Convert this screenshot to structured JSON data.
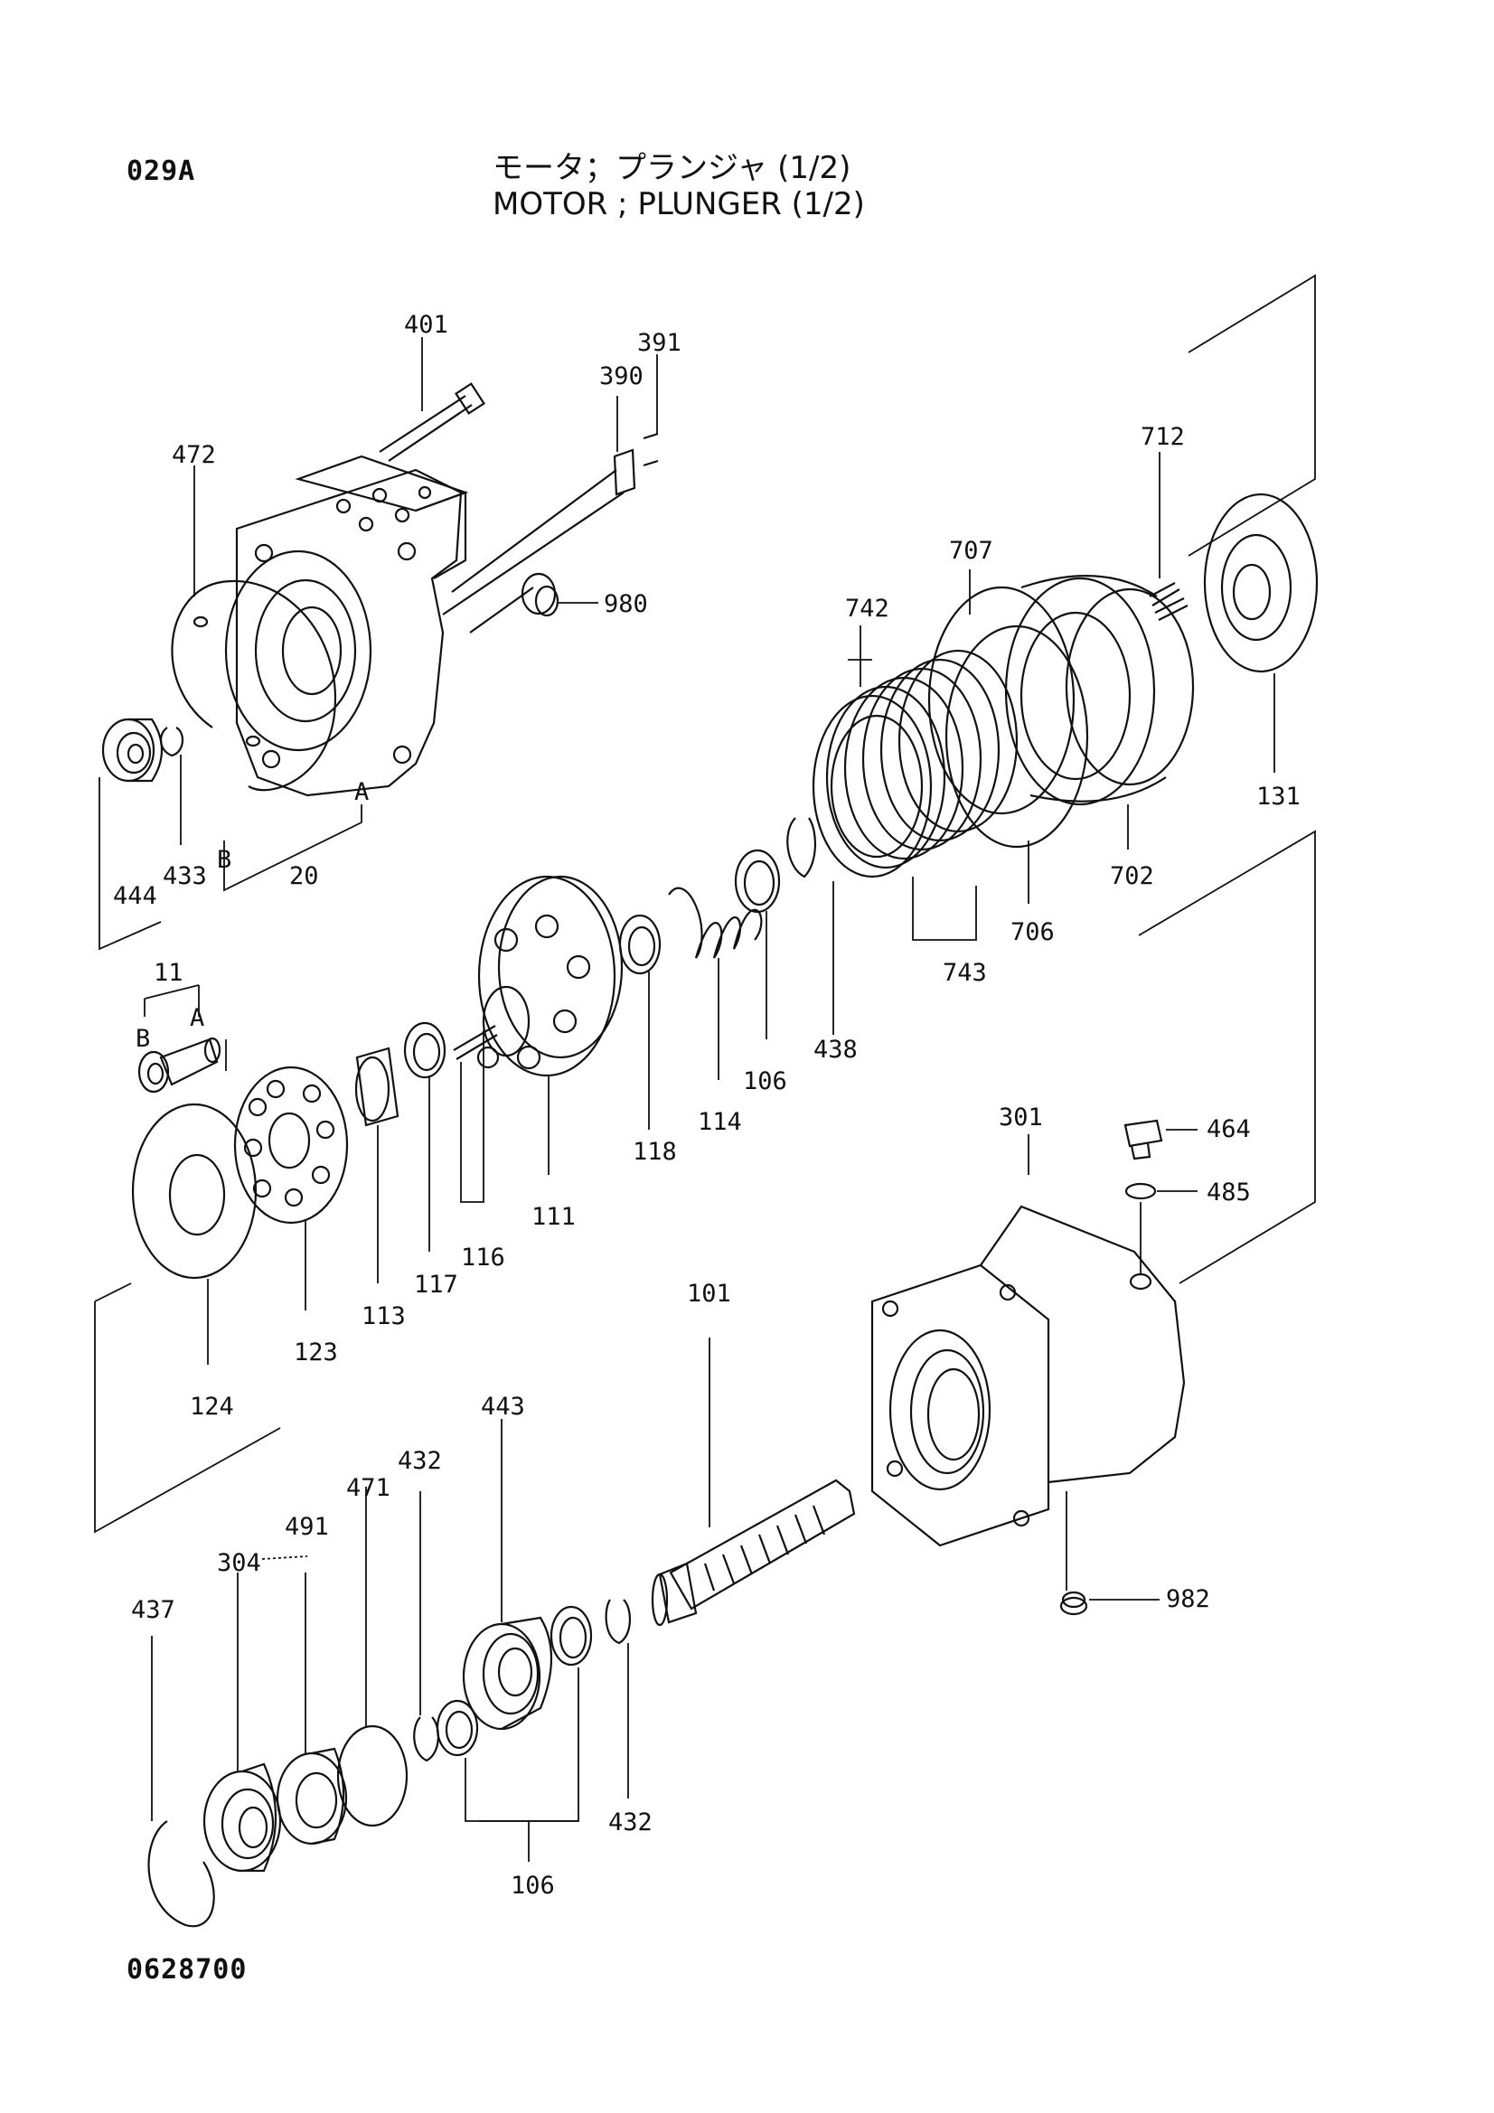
{
  "header": {
    "page_code": "029A",
    "title_jp": "モータ；プランジャ (1/2)",
    "title_en": "MOTOR ; PLUNGER (1/2)"
  },
  "footer": {
    "drawing_number": "0628700"
  },
  "labels": {
    "p401": "401",
    "p391": "391",
    "p390": "390",
    "p472": "472",
    "p980": "980",
    "p712": "712",
    "p707": "707",
    "p742": "742",
    "p131": "131",
    "p702": "702",
    "p706": "706",
    "p743": "743",
    "p438": "438",
    "p106a": "106",
    "p114": "114",
    "p118": "118",
    "p111": "111",
    "p116": "116",
    "p117": "117",
    "p113": "113",
    "p123": "123",
    "p124": "124",
    "p444": "444",
    "p433": "433",
    "pB1": "B",
    "pA1": "A",
    "p20": "20",
    "p11": "11",
    "pA2": "A",
    "pB2": "B",
    "p301": "301",
    "p464": "464",
    "p485": "485",
    "p101": "101",
    "p982": "982",
    "p443": "443",
    "p432a": "432",
    "p471": "471",
    "p491": "491",
    "p304": "304",
    "p437": "437",
    "p432b": "432",
    "p106b": "106"
  }
}
